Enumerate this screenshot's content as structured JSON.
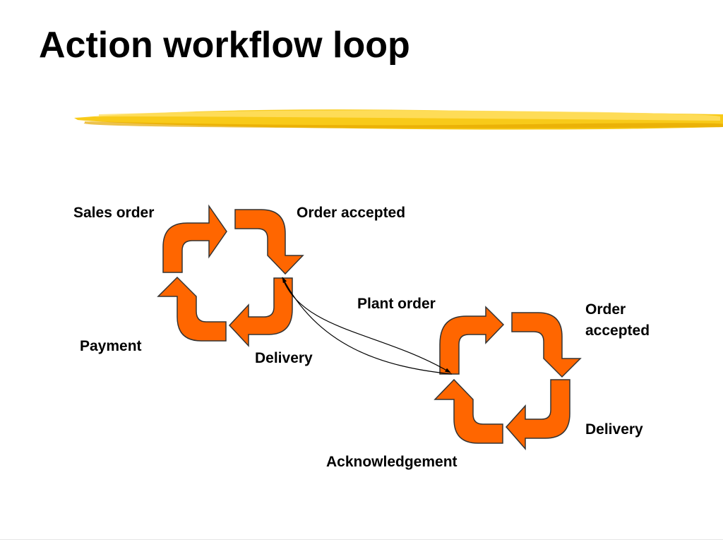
{
  "slide": {
    "title": "Action workflow loop"
  },
  "colors": {
    "arrow_fill": "#ff6600",
    "arrow_stroke": "#333333",
    "highlighter": "#f7c400",
    "text": "#000000"
  },
  "loops": [
    {
      "name": "customer-loop",
      "labels": {
        "top_left": "Sales order",
        "top_right": "Order accepted",
        "bottom_right": "Delivery",
        "bottom_left": "Payment"
      }
    },
    {
      "name": "plant-loop",
      "labels": {
        "top_left": "Plant order",
        "top_right": "Order\naccepted",
        "bottom_right": "Delivery",
        "bottom_left": "Acknowledgement"
      }
    }
  ]
}
